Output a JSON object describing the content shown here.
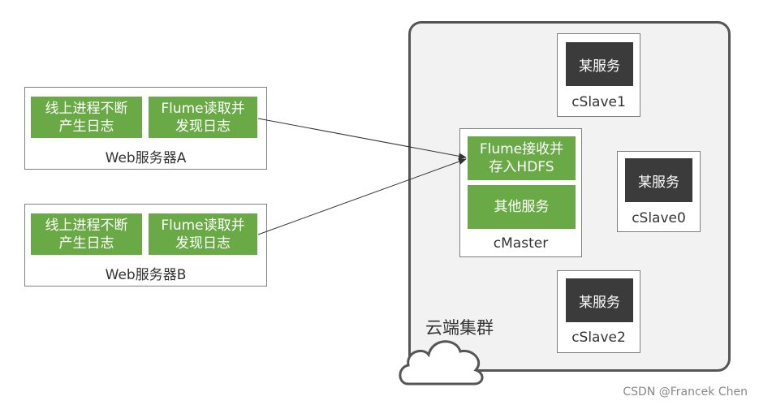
{
  "colors": {
    "green": "#6aaa46",
    "dark": "#3b3b3b",
    "border": "#7f7f7f",
    "cloud_bg": "#f2f2f2"
  },
  "server_a": {
    "task1": [
      "线上进程不断",
      "产生日志"
    ],
    "task2": [
      "Flume读取并",
      "发现日志"
    ],
    "label": "Web服务器A"
  },
  "server_b": {
    "task1": [
      "线上进程不断",
      "产生日志"
    ],
    "task2": [
      "Flume读取并",
      "发现日志"
    ],
    "label": "Web服务器B"
  },
  "cluster": {
    "label": "云端集群",
    "master": {
      "task1": [
        "Flume接收并",
        "存入HDFS"
      ],
      "task2": "其他服务",
      "label": "cMaster"
    },
    "slave1": {
      "service": "某服务",
      "label": "cSlave1"
    },
    "slave0": {
      "service": "某服务",
      "label": "cSlave0"
    },
    "slave2": {
      "service": "某服务",
      "label": "cSlave2"
    }
  },
  "watermark": "CSDN @Francek Chen"
}
